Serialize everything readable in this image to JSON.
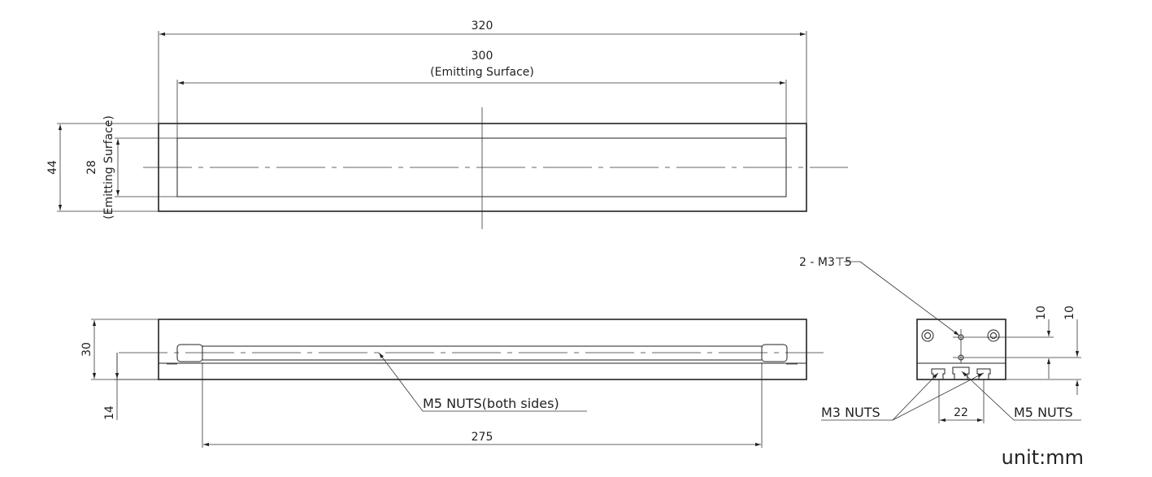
{
  "top_view": {
    "overall_length": "320",
    "emitting_length": "300",
    "emitting_length_note": "(Emitting Surface)",
    "overall_height": "44",
    "emitting_height": "28",
    "emitting_height_note": "(Emitting Surface)"
  },
  "front_view": {
    "height": "30",
    "slot_height": "14",
    "nut_spacing": "275",
    "callout": "M5 NUTS(both sides)"
  },
  "side_view": {
    "thread_callout": "2 - M3⊤5",
    "dim_a": "10",
    "dim_b": "10",
    "slot_spacing": "22",
    "m3_label": "M3 NUTS",
    "m5_label": "M5 NUTS"
  },
  "unit": "unit:mm"
}
